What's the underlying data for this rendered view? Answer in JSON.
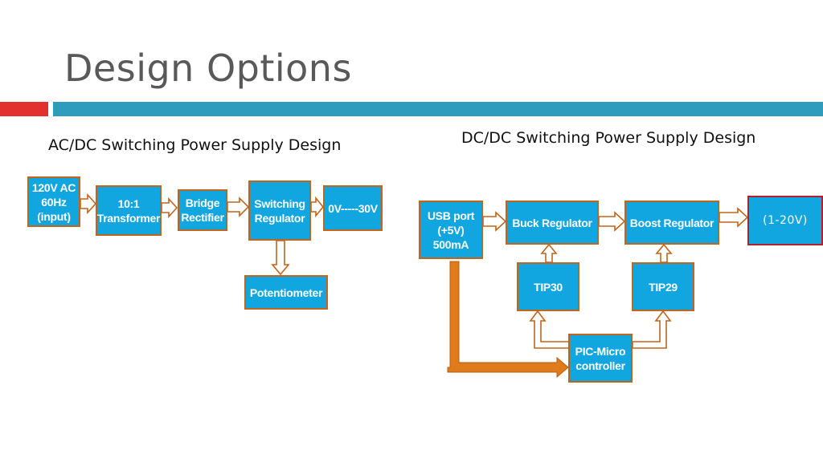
{
  "slide": {
    "title": "Design Options"
  },
  "ac_dc": {
    "heading": "AC/DC Switching Power Supply Design",
    "input": "120V AC\n60Hz\n(input)",
    "transformer": "10:1\nTransformer",
    "rectifier": "Bridge\nRectifier",
    "regulator": "Switching\nRegulator",
    "output": "0V-----30V",
    "potentiometer": "Potentiometer"
  },
  "dc_dc": {
    "heading": "DC/DC Switching Power Supply Design",
    "usb": "USB port\n(+5V)\n500mA",
    "buck": "Buck Regulator",
    "boost": "Boost Regulator",
    "output": "(1-20V)",
    "tip30": "TIP30",
    "tip29": "TIP29",
    "pic": "PIC-Micro\ncontroller"
  },
  "colors": {
    "box_fill": "#12a6e0",
    "box_border": "#c0651c",
    "output_border": "#b3202a",
    "arrow_orange": "#d9761a",
    "accent_red": "#e2302f",
    "accent_teal": "#2f9cbd"
  }
}
